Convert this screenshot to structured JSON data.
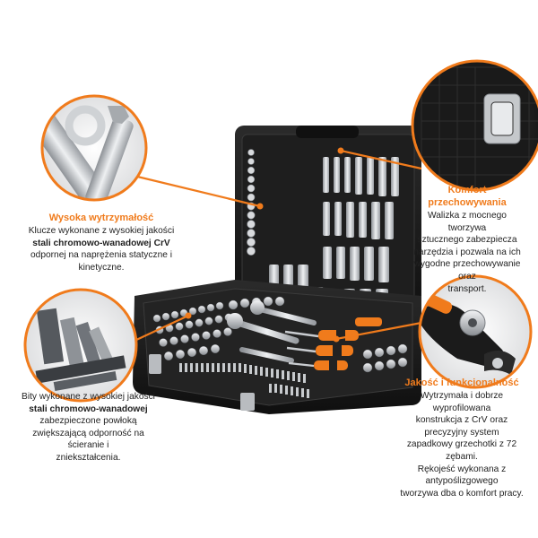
{
  "colors": {
    "accent": "#f07b1c",
    "case": "#1b1b1b",
    "tray": "#2a2a2a",
    "steel": "#c9ccd0",
    "text": "#222222"
  },
  "callouts": {
    "strength": {
      "title": "Wysoka wytrzymałość",
      "line1": "Klucze wykonane z wysokiej jakości",
      "line2_bold": "stali chromowo-wanadowej CrV",
      "line3": "odpornej na naprężenia statyczne i",
      "line4": "kinetyczne."
    },
    "storage": {
      "title": "Komfort przechowywania",
      "line1": "Walizka z mocnego tworzywa",
      "line2": "sztucznego zabezpiecza",
      "line3": "narzędzia i pozwala na ich",
      "line4": "wygodne przechowywanie oraz",
      "line5": "transport."
    },
    "bits": {
      "line1": "Bity wykonane z wysokiej jakości",
      "line2_bold": "stali chromowo-wanadowej",
      "line3": "zabezpieczone powłoką",
      "line4": "zwiększającą odporność na ścieranie i",
      "line5": "zniekształcenia."
    },
    "function": {
      "title": "Jakość i funkcjonalność",
      "line1": "Wytrzymała i dobrze wyprofilowana",
      "line2": "konstrukcja z CrV oraz precyzyjny system",
      "line3": "zapadkowy grzechotki z 72 zębami.",
      "line4": "Rękojeść wykonana z antypoślizgowego",
      "line5": "tworzywa dba o komfort pracy."
    }
  }
}
